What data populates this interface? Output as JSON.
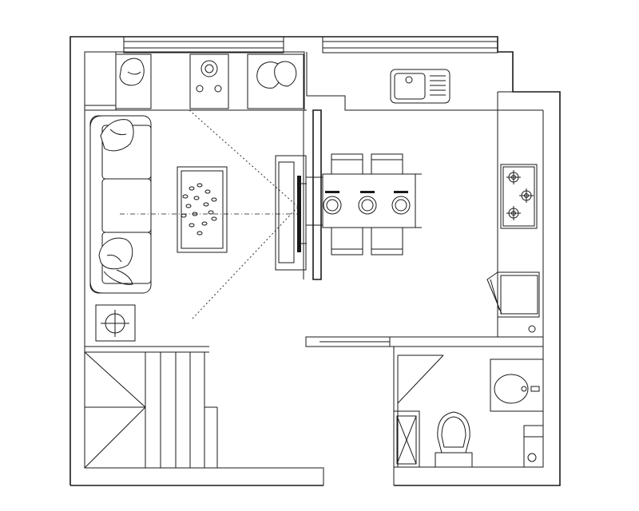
{
  "drawing": {
    "kind": "architectural floor plan (CAD line drawing)",
    "background": "#ffffff",
    "line_color": "#1a1a1a",
    "text_labels": []
  },
  "rooms": [
    {
      "id": "living-room",
      "furniture": [
        "three-seat-sofa",
        "coffee-table",
        "armchair-left",
        "armchair-right",
        "side-table",
        "floor-lamp",
        "tv-console"
      ]
    },
    {
      "id": "dining-area",
      "furniture": [
        "dining-table",
        "chairs-top-2",
        "chairs-bottom-2",
        "place-settings-3"
      ]
    },
    {
      "id": "kitchen",
      "furniture": [
        "sink",
        "gas-hob",
        "oven"
      ]
    },
    {
      "id": "bathroom",
      "furniture": [
        "washbasin",
        "toilet",
        "shower-tray"
      ]
    },
    {
      "id": "staircase",
      "furniture": [
        "stair-treads"
      ]
    }
  ],
  "icons": [
    "plant-icon",
    "burner-icon",
    "sink-icon",
    "lamp-icon",
    "place-setting-icon"
  ]
}
